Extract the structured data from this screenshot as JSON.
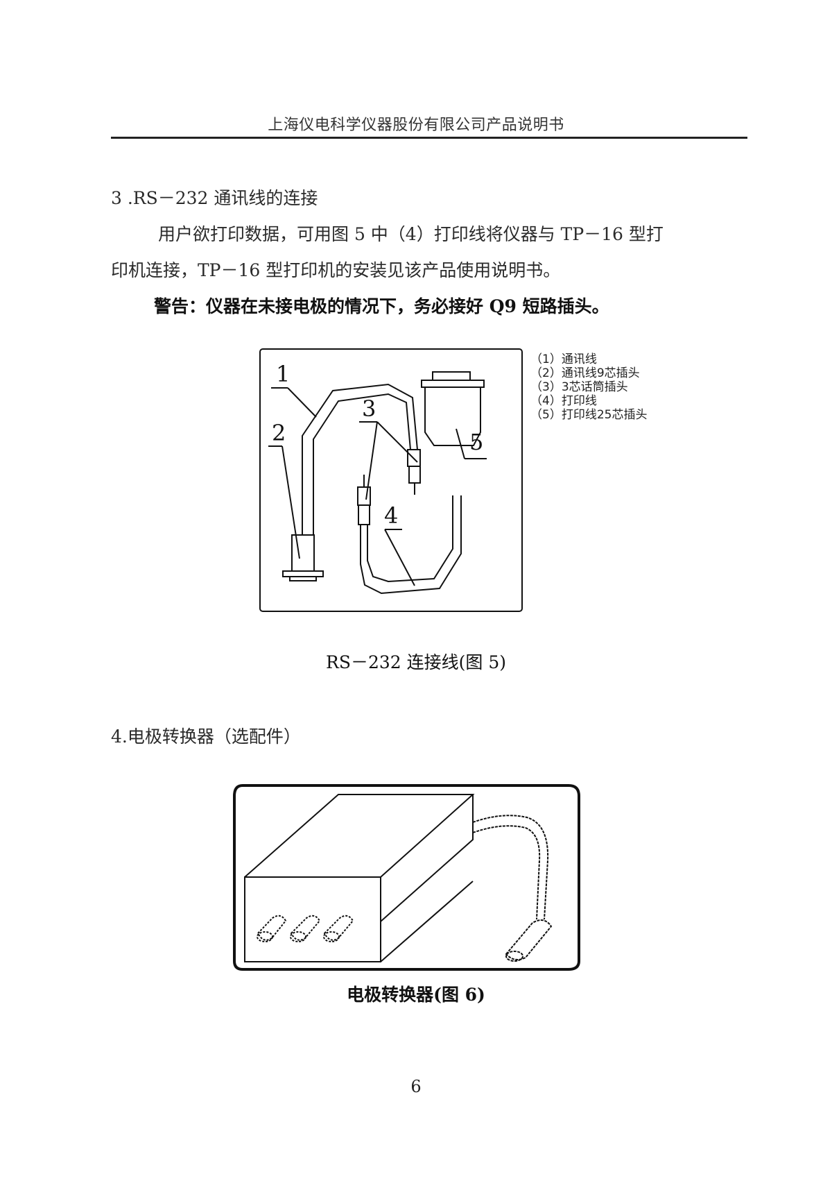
{
  "header": {
    "title": "上海仪电科学仪器股份有限公司产品说明书"
  },
  "section3": {
    "heading": "3 .RS－232 通讯线的连接",
    "para_line1": "用户欲打印数据，可用图 5 中（4）打印线将仪器与 TP－16 型打",
    "para_line2": "印机连接，TP－16 型打印机的安装见该产品使用说明书。",
    "warning": "警告：仪器在未接电极的情况下，务必接好 Q9 短路插头。"
  },
  "figure5": {
    "callouts": [
      "1",
      "2",
      "3",
      "4",
      "5"
    ],
    "legend": [
      "（1）通讯线",
      "（2）通讯线9芯插头",
      "（3）3芯话筒插头",
      "（4）打印线",
      "（5）打印线25芯插头"
    ],
    "caption": "RS－232 连接线(图 5)"
  },
  "section4": {
    "heading": "4.电极转换器（选配件）"
  },
  "figure6": {
    "caption": "电极转换器(图 6)"
  },
  "footer": {
    "page_number": "6"
  }
}
